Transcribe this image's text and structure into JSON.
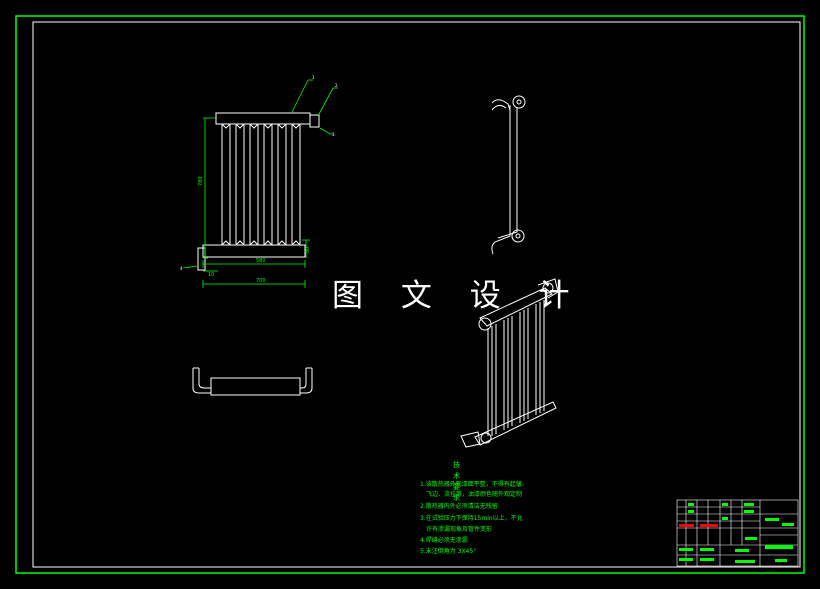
{
  "watermark": "图 文 设 计",
  "tech_requirements": {
    "title": "技术要求",
    "items": [
      "1.该散热器外观漆面平整，不得有起皱、",
      "飞边、流挂等，油漆颜色随外观定制",
      "2.散热器内外必须清洁无残留",
      "3.在试验压力下保持15min以上，不允",
      "许有渗漏现象及管件变形",
      "4.焊缝必须无渗漏",
      "5.未注倒角为 3X45°"
    ]
  },
  "dimensions": {
    "height": "780",
    "width": "580",
    "total_width": "700",
    "offset": "10",
    "lower": "50"
  },
  "balloons": [
    "1",
    "2",
    "3",
    "4"
  ],
  "colors": {
    "background": "#000000",
    "frame": "#00ff00",
    "outline": "#ffffff",
    "dimension": "#00ff00",
    "title_block_red": "#ff0000"
  }
}
